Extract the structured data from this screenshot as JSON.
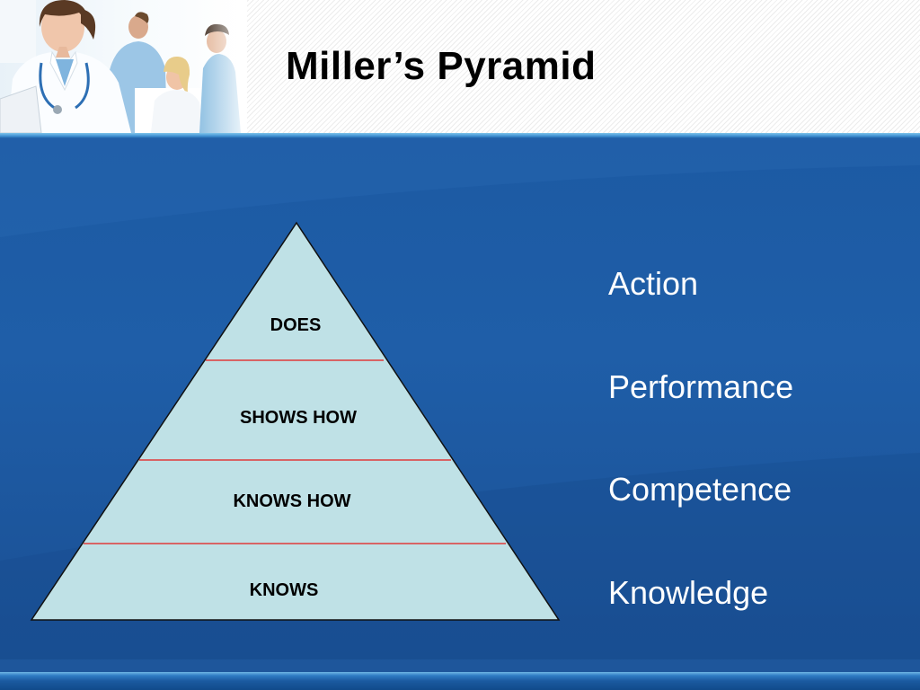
{
  "slide": {
    "title": "Miller’s Pyramid"
  },
  "pyramid": {
    "levels": [
      {
        "label": "DOES"
      },
      {
        "label": "SHOWS HOW"
      },
      {
        "label": "KNOWS HOW"
      },
      {
        "label": "KNOWS"
      }
    ]
  },
  "terms": [
    "Action",
    "Performance",
    "Competence",
    "Knowledge"
  ],
  "colors": {
    "pyramid_fill": "#bfe1e6",
    "pyramid_outline": "#111111",
    "divider": "#e03a3a",
    "background": "#1f5ea8",
    "term_text": "#ffffff"
  },
  "icons": {
    "header_photo": "medical-staff-photo-icon"
  }
}
